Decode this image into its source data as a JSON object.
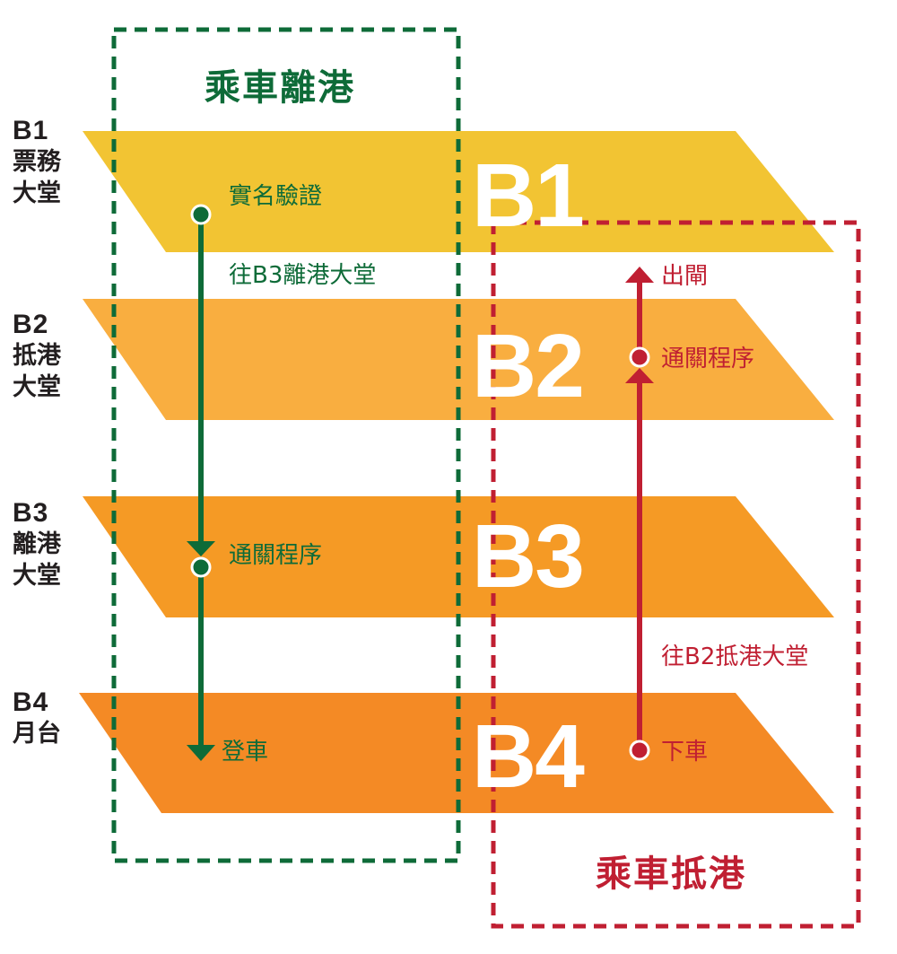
{
  "colors": {
    "b1": "#f2c433",
    "b2": "#f9ae40",
    "b3": "#f59a25",
    "b4": "#f48a25",
    "green": "#0e6b38",
    "red": "#c01f32",
    "side_text": "#231f20"
  },
  "levels": [
    {
      "code": "B1",
      "name_line1": "票務",
      "name_line2": "大堂"
    },
    {
      "code": "B2",
      "name_line1": "抵港",
      "name_line2": "大堂"
    },
    {
      "code": "B3",
      "name_line1": "離港",
      "name_line2": "大堂"
    },
    {
      "code": "B4",
      "name_line1": "月台",
      "name_line2": ""
    }
  ],
  "departure": {
    "title": "乘車離港",
    "steps": [
      {
        "label": "實名驗證",
        "level": "B1"
      },
      {
        "label": "往B3離港大堂",
        "level": "between B1-B3"
      },
      {
        "label": "通關程序",
        "level": "B3"
      },
      {
        "label": "登車",
        "level": "B4"
      }
    ]
  },
  "arrival": {
    "title": "乘車抵港",
    "steps": [
      {
        "label": "下車",
        "level": "B4"
      },
      {
        "label": "往B2抵港大堂",
        "level": "between B4-B2"
      },
      {
        "label": "通關程序",
        "level": "B2"
      },
      {
        "label": "出閘",
        "level": "above B2"
      }
    ]
  }
}
